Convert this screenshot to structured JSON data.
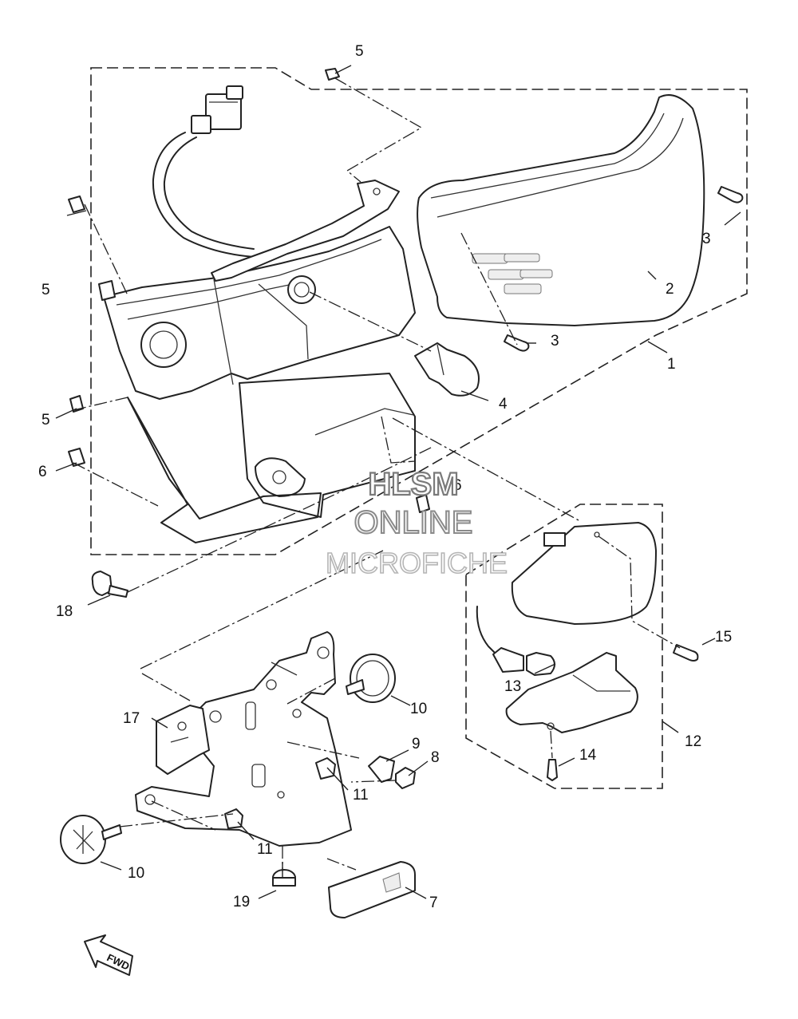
{
  "labels": [
    {
      "id": "p5a",
      "text": "5"
    },
    {
      "id": "p3a",
      "text": "3"
    },
    {
      "id": "p5b",
      "text": "5"
    },
    {
      "id": "p2",
      "text": "2"
    },
    {
      "id": "p3b",
      "text": "3"
    },
    {
      "id": "p1",
      "text": "1"
    },
    {
      "id": "p4",
      "text": "4"
    },
    {
      "id": "p5c",
      "text": "5"
    },
    {
      "id": "p6a",
      "text": "6"
    },
    {
      "id": "p6b",
      "text": "6"
    },
    {
      "id": "p18",
      "text": "18"
    },
    {
      "id": "p15",
      "text": "15"
    },
    {
      "id": "p13",
      "text": "13"
    },
    {
      "id": "p17",
      "text": "17"
    },
    {
      "id": "p10a",
      "text": "10"
    },
    {
      "id": "p9",
      "text": "9"
    },
    {
      "id": "p8",
      "text": "8"
    },
    {
      "id": "p12",
      "text": "12"
    },
    {
      "id": "p14",
      "text": "14"
    },
    {
      "id": "p11a",
      "text": "11"
    },
    {
      "id": "p11b",
      "text": "11"
    },
    {
      "id": "p10b",
      "text": "10"
    },
    {
      "id": "p19",
      "text": "19"
    },
    {
      "id": "p7",
      "text": "7"
    }
  ],
  "watermark": {
    "line1": "HLSM",
    "line2": "ONLINE",
    "line3": "MICROFICHE"
  },
  "direction_marker": "FWD"
}
